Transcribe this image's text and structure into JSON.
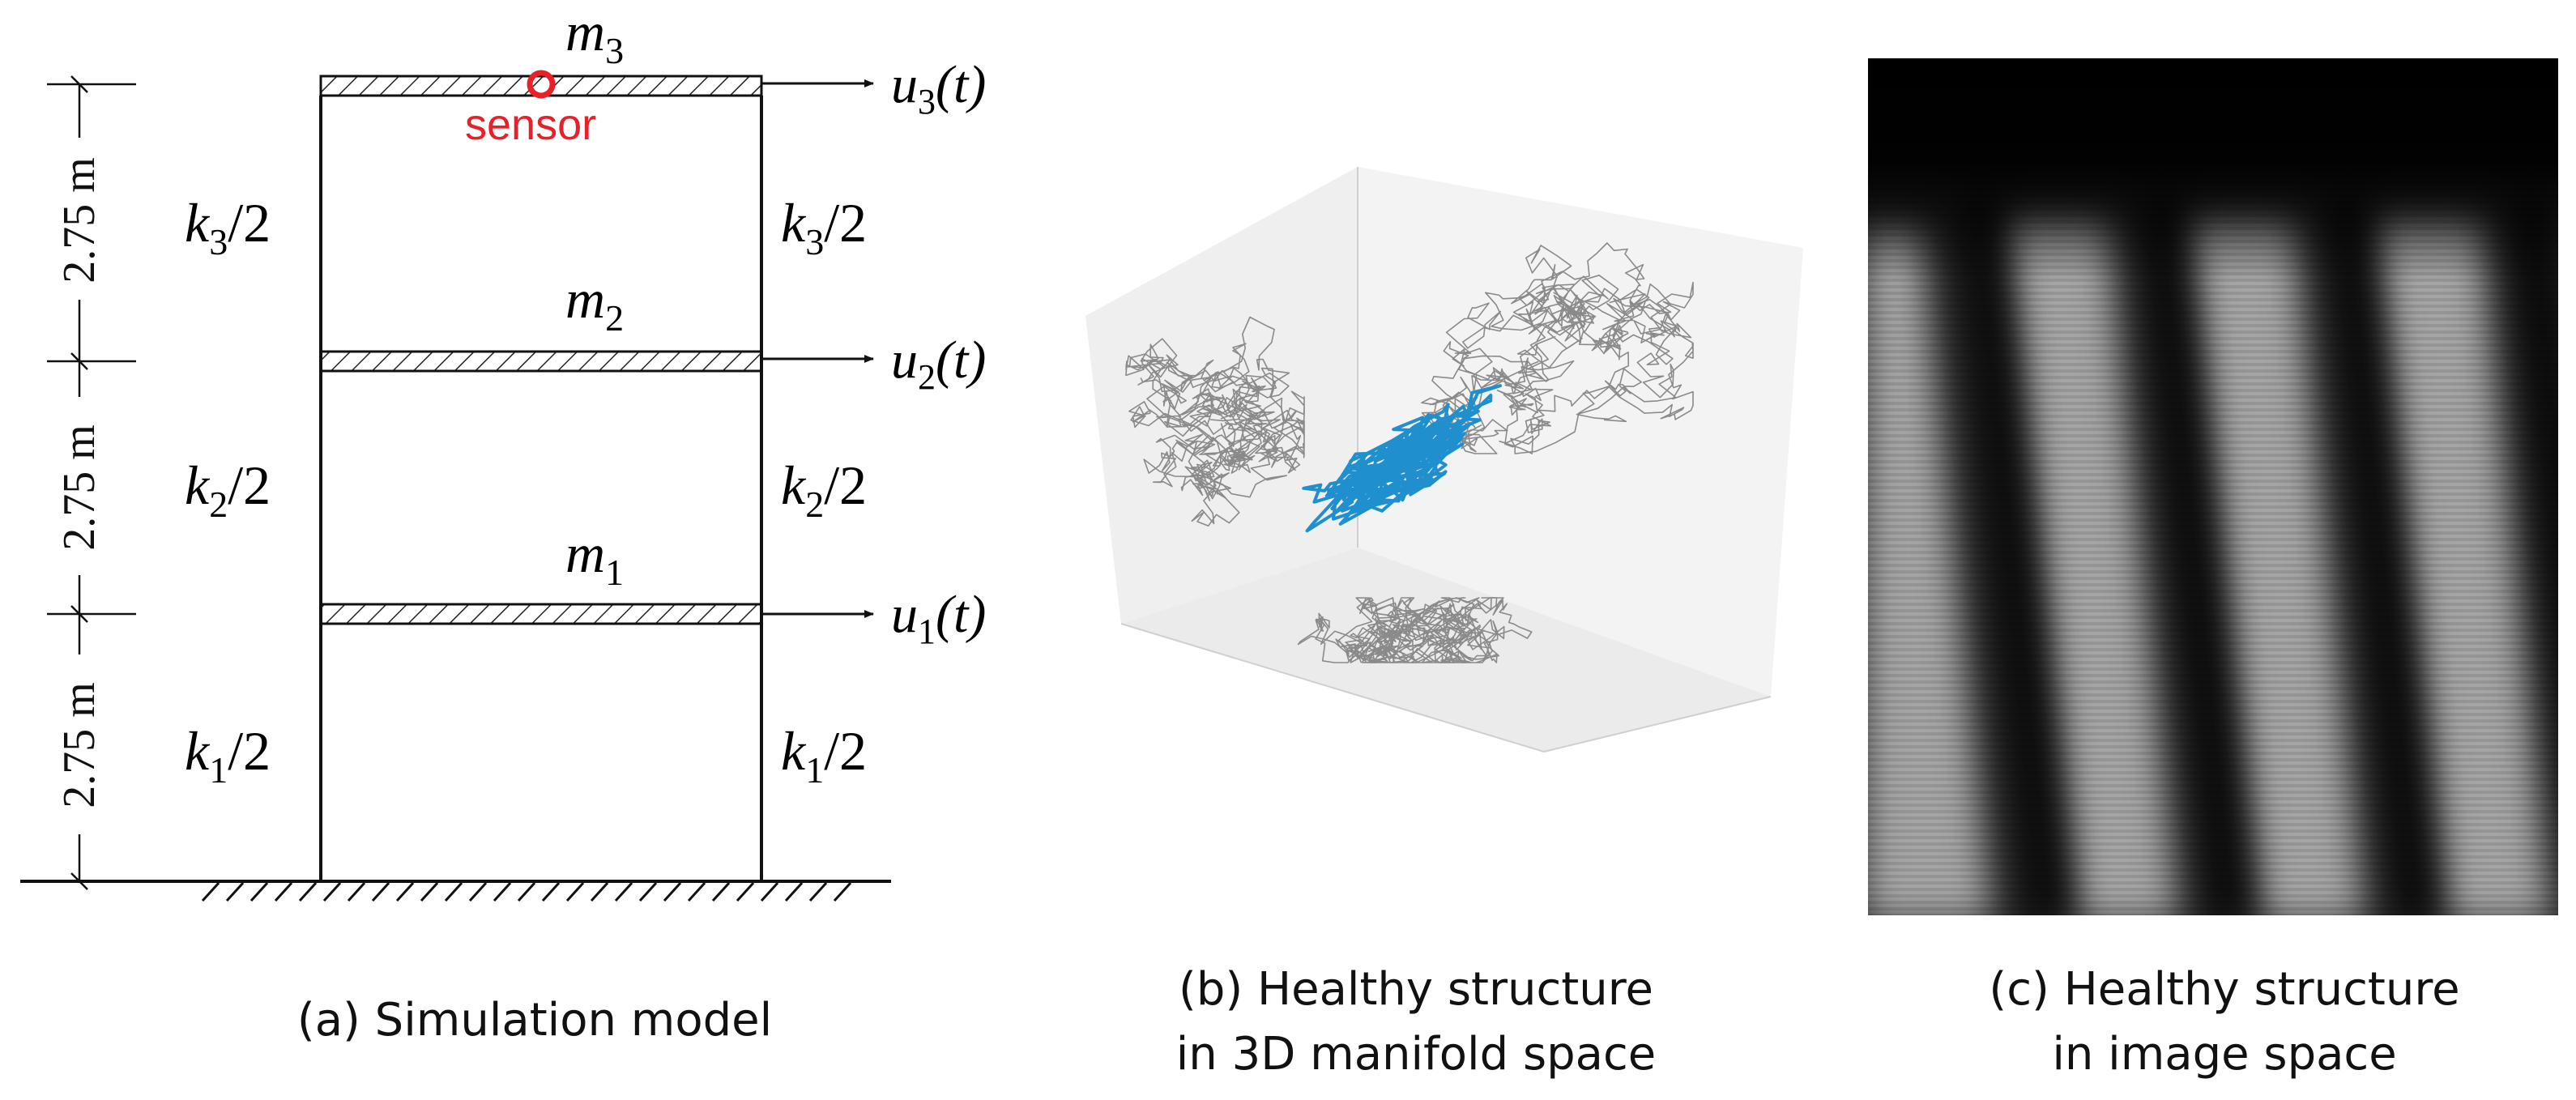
{
  "panel_a": {
    "masses": {
      "m3": {
        "base": "m",
        "sub": "3"
      },
      "m2": {
        "base": "m",
        "sub": "2"
      },
      "m1": {
        "base": "m",
        "sub": "1"
      }
    },
    "stiffness": {
      "k3": {
        "base": "k",
        "sub": "3",
        "rest": "/2"
      },
      "k2": {
        "base": "k",
        "sub": "2",
        "rest": "/2"
      },
      "k1": {
        "base": "k",
        "sub": "1",
        "rest": "/2"
      }
    },
    "displacements": {
      "u3": {
        "base": "u",
        "sub": "3",
        "rest": "(t)"
      },
      "u2": {
        "base": "u",
        "sub": "2",
        "rest": "(t)"
      },
      "u1": {
        "base": "u",
        "sub": "1",
        "rest": "(t)"
      }
    },
    "story_height_label": "2.75 m",
    "sensor_label": "sensor",
    "sensor_color": "#e8202a",
    "caption": "(a) Simulation model"
  },
  "panel_b": {
    "caption_line1": "(b) Healthy structure",
    "caption_line2": "in 3D manifold space",
    "trajectory_color": "#1f8fce",
    "projection_color": "#8a8a8a"
  },
  "panel_c": {
    "caption_line1": "(c) Healthy structure",
    "caption_line2": "in image space"
  }
}
